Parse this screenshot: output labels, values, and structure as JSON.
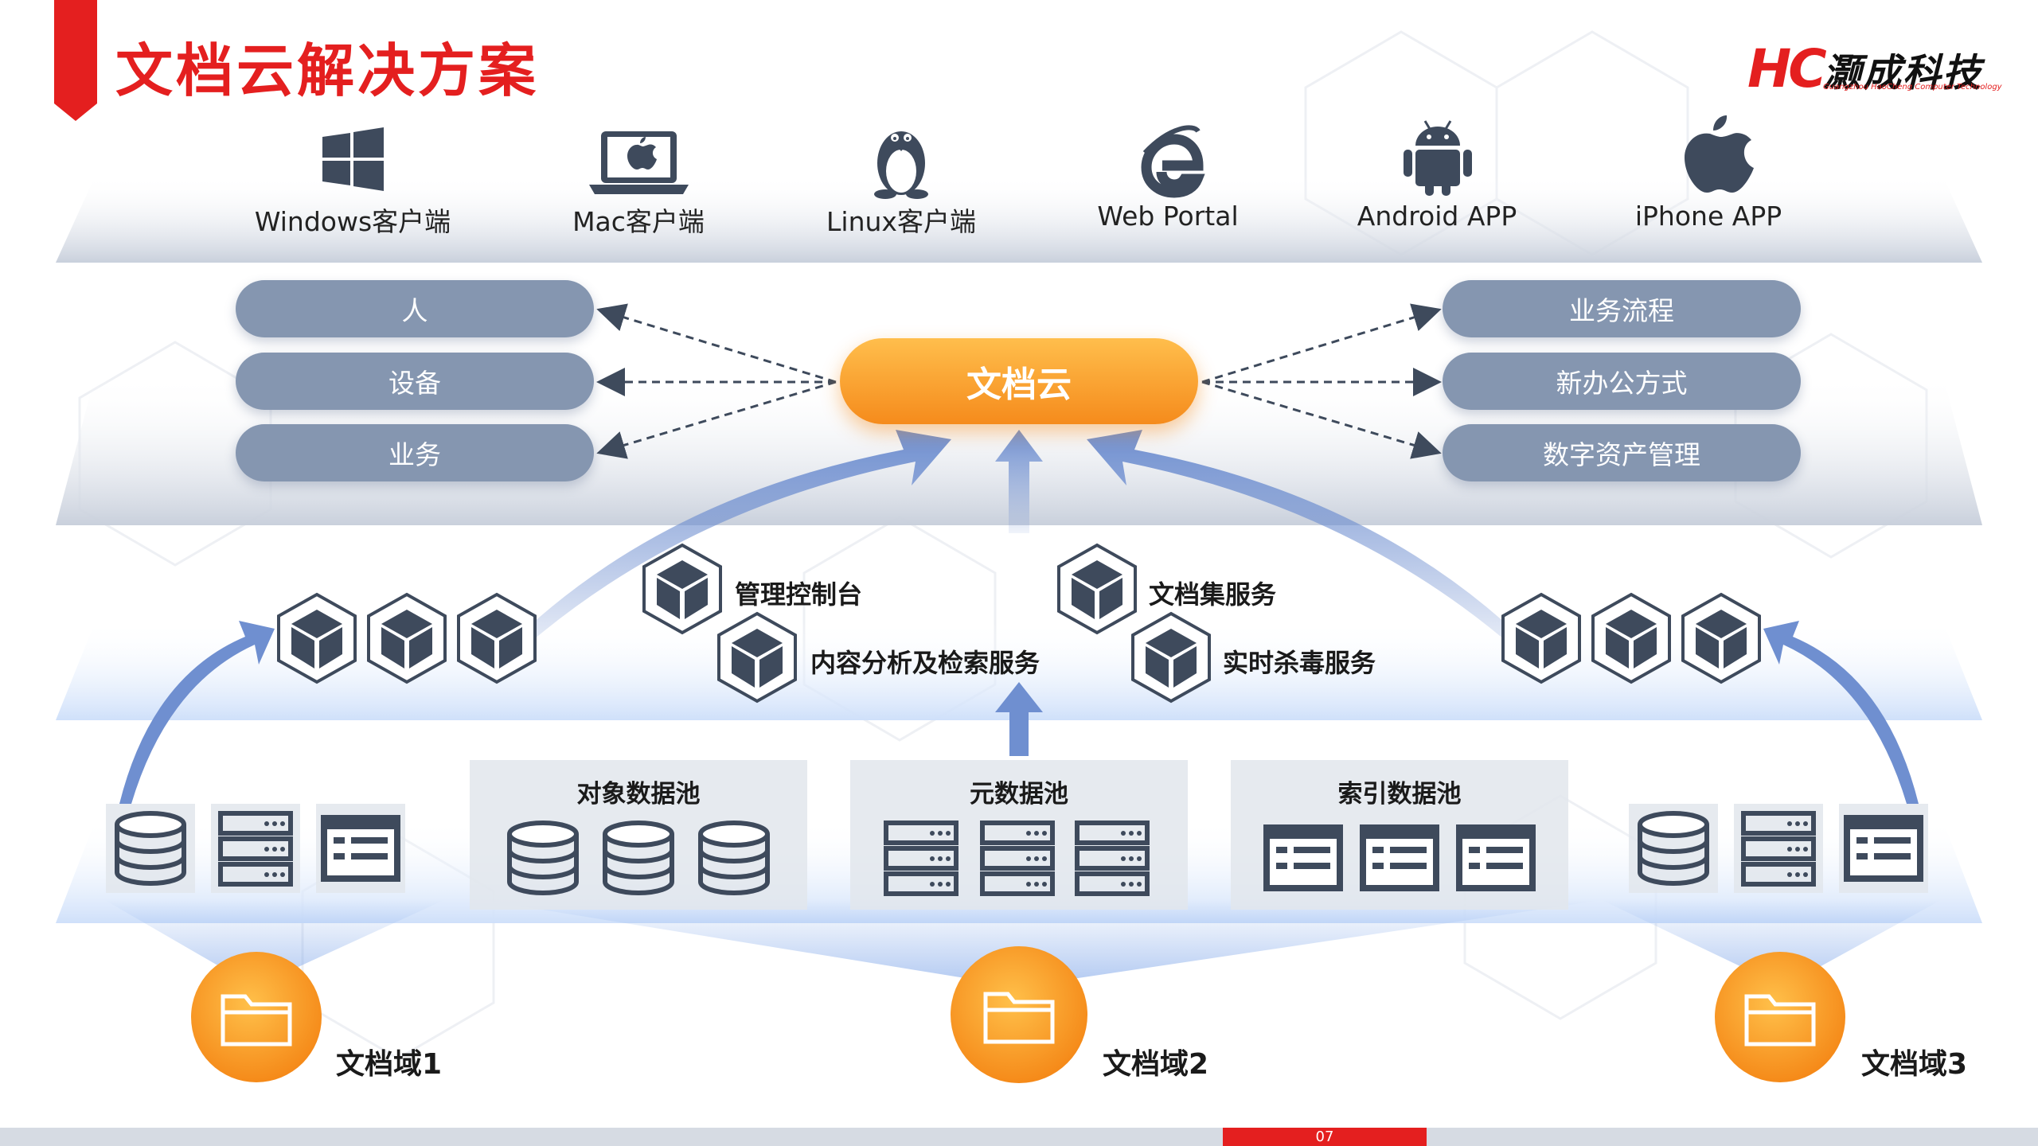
{
  "title": "文档云解决方案",
  "logo": {
    "mark": "HC",
    "name": "灏成科技",
    "subtitle": "Guangzhou HaoCheng Computer Technology"
  },
  "clients": [
    {
      "label": "Windows客户端",
      "icon": "windows-icon"
    },
    {
      "label": "Mac客户端",
      "icon": "mac-laptop-icon"
    },
    {
      "label": "Linux客户端",
      "icon": "linux-tux-icon"
    },
    {
      "label": "Web Portal",
      "icon": "internet-explorer-icon"
    },
    {
      "label": "Android APP",
      "icon": "android-icon"
    },
    {
      "label": "iPhone APP",
      "icon": "apple-icon"
    }
  ],
  "core": {
    "label": "文档云"
  },
  "left_targets": [
    "人",
    "设备",
    "业务"
  ],
  "right_targets": [
    "业务流程",
    "新办公方式",
    "数字资产管理"
  ],
  "services": [
    "管理控制台",
    "内容分析及检索服务",
    "文档集服务",
    "实时杀毒服务"
  ],
  "pools": [
    "对象数据池",
    "元数据池",
    "索引数据池"
  ],
  "domains": [
    "文档域1",
    "文档域2",
    "文档域3"
  ],
  "page_number": "07",
  "colors": {
    "accent": "#e41f1f",
    "core": "#f7951f",
    "pill": "#8596b0",
    "arrow": "#6f8fd0",
    "icon": "#3e4a5c"
  }
}
